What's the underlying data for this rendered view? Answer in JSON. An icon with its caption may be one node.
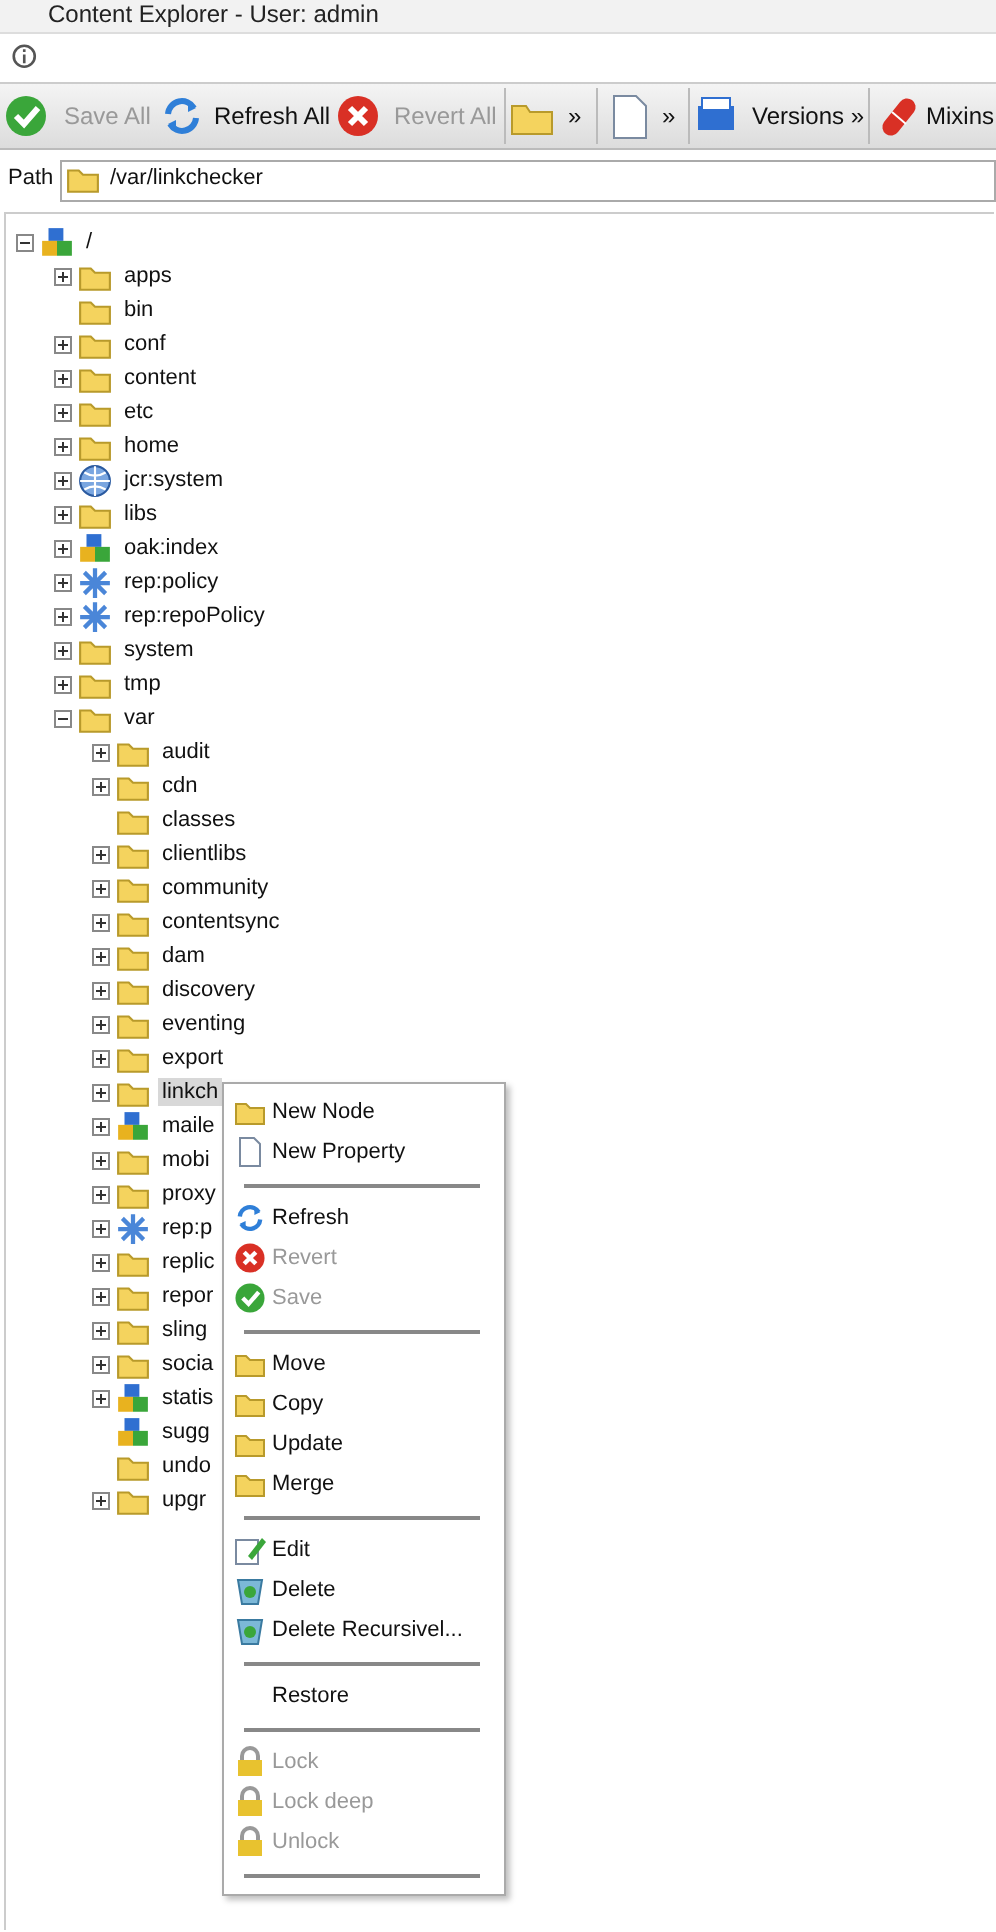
{
  "diagram": {
    "title": "Content Explorer - User: admin",
    "labels": [
      "Save All",
      "Refresh All",
      "Revert All",
      "»",
      "»",
      "Versions »",
      "Mixins",
      "Path",
      "/var/linkchecker",
      "/",
      "apps",
      "bin",
      "conf",
      "content",
      "etc",
      "home",
      "jcr:system",
      "libs",
      "oak:index",
      "rep:policy",
      "rep:repoPolicy",
      "system",
      "tmp",
      "var",
      "audit",
      "cdn",
      "classes",
      "clientlibs",
      "community",
      "contentsync",
      "dam",
      "discovery",
      "eventing",
      "export",
      "linkch",
      "maile",
      "mobi",
      "proxy",
      "rep:p",
      "replic",
      "repor",
      "sling",
      "socia",
      "statis",
      "sugg",
      "undo",
      "upgr",
      "New Node",
      "New Property",
      "Refresh",
      "Revert",
      "Save",
      "Move",
      "Copy",
      "Update",
      "Merge",
      "Edit",
      "Delete",
      "Delete Recursivel...",
      "Restore",
      "Lock",
      "Lock deep",
      "Unlock"
    ]
  }
}
